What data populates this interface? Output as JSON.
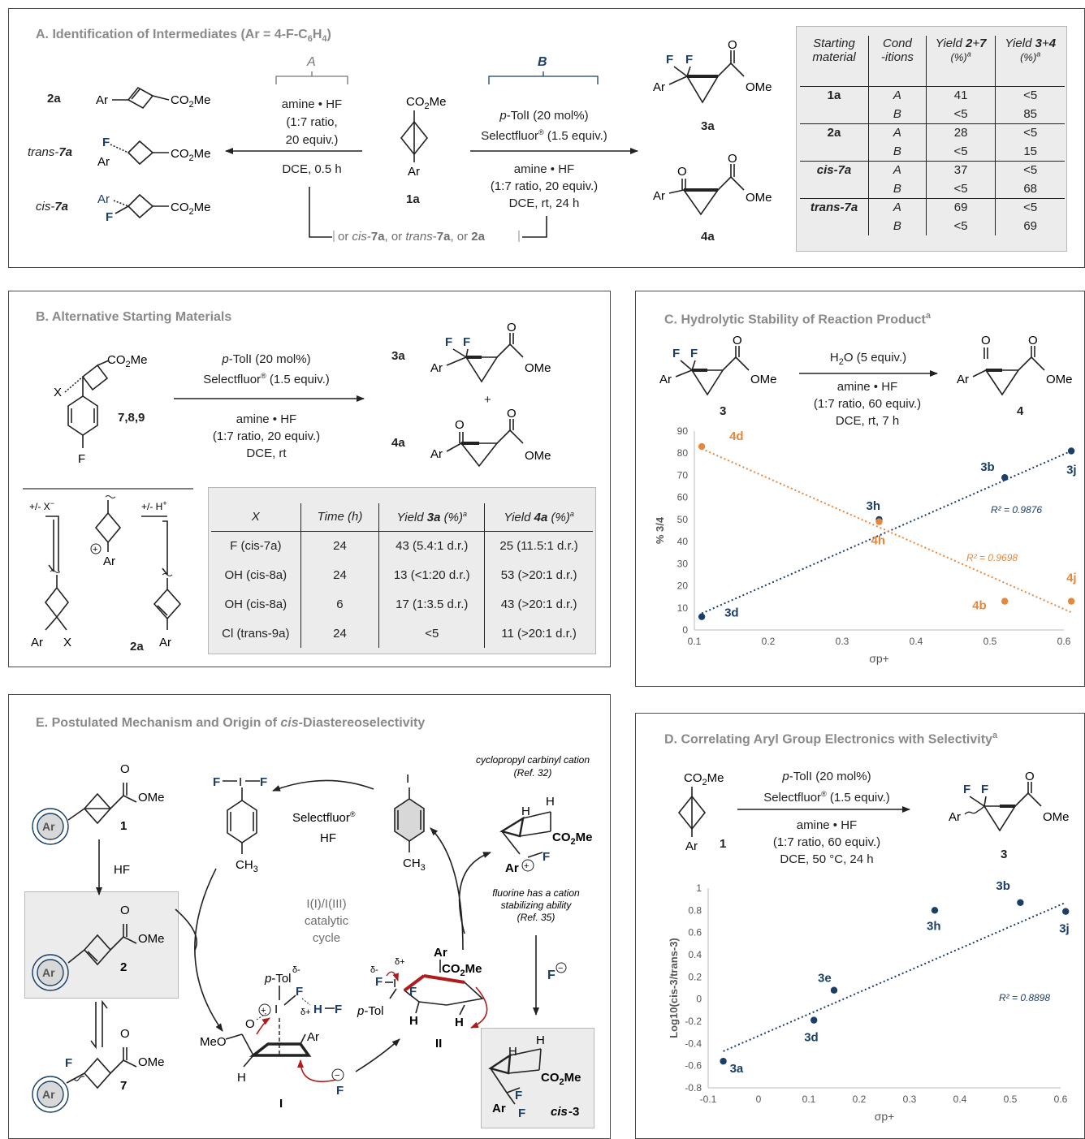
{
  "panelA": {
    "title": "A. Identification of Intermediates (Ar = 4-F-C6H4)",
    "label_2a": "2a",
    "label_trans7a": "trans-7a",
    "label_cis7a": "cis-7a",
    "label_1a": "1a",
    "label_3a": "3a",
    "label_4a": "4a",
    "bracketA": "A",
    "bracketB": "B",
    "condA": [
      "amine • HF",
      "(1:7 ratio,",
      "20 equiv.)",
      "DCE, 0.5 h"
    ],
    "condB": [
      "p-TolI  (20 mol%)",
      "Selectfluor®  (1.5 equiv.)",
      "amine • HF",
      "(1:7 ratio, 20 equiv.)",
      "DCE, rt, 24 h"
    ],
    "or_line": "or cis-7a, or trans-7a, or 2a",
    "table": {
      "headers": [
        "Starting material",
        "Cond -itions",
        "Yield 2+7 (%)a",
        "Yield 3+4 (%)a"
      ],
      "rows": [
        [
          "1a",
          "A",
          "41",
          "<5"
        ],
        [
          "",
          "B",
          "<5",
          "85"
        ],
        [
          "2a",
          "A",
          "28",
          "<5"
        ],
        [
          "",
          "B",
          "<5",
          "15"
        ],
        [
          "cis-7a",
          "A",
          "37",
          "<5"
        ],
        [
          "",
          "B",
          "<5",
          "68"
        ],
        [
          "trans-7a",
          "A",
          "69",
          "<5"
        ],
        [
          "",
          "B",
          "<5",
          "69"
        ]
      ]
    }
  },
  "panelB": {
    "title": "B. Alternative Starting Materials",
    "label_sm": "7,8,9",
    "label_3a": "3a",
    "label_4a": "4a",
    "plus": "+",
    "cond": [
      "p-TolI  (20 mol%)",
      "Selectfluor®  (1.5 equiv.)",
      "amine • HF",
      "(1:7 ratio, 20 equiv.)",
      "DCE, rt"
    ],
    "eq_left": "+/- X−",
    "eq_right": "+/- H+",
    "label_2a": "2a",
    "table": {
      "headers": [
        "X",
        "Time (h)",
        "Yield 3a (%)a",
        "Yield 4a (%)a"
      ],
      "rows": [
        [
          "F (cis-7a)",
          "24",
          "43 (5.4:1 d.r.)",
          "25 (11.5:1 d.r.)"
        ],
        [
          "OH (cis-8a)",
          "24",
          "13 (<1:20 d.r.)",
          "53 (>20:1 d.r.)"
        ],
        [
          "OH (cis-8a)",
          "6",
          "17 (1:3.5 d.r.)",
          "43 (>20:1 d.r.)"
        ],
        [
          "Cl (trans-9a)",
          "24",
          "<5",
          "11 (>20:1 d.r.)"
        ]
      ]
    }
  },
  "panelC": {
    "title": "C. Hydrolytic Stability of Reaction Producta",
    "label_3": "3",
    "label_4": "4",
    "cond": [
      "H2O (5 equiv.)",
      "amine • HF",
      "(1:7 ratio, 60 equiv.)",
      "DCE, rt, 7 h"
    ]
  },
  "panelD": {
    "title": "D. Correlating Aryl Group Electronics with Selectivitya",
    "label_1": "1",
    "label_3": "3",
    "cond": [
      "p-TolI  (20 mol%)",
      "Selectfluor®  (1.5 equiv.)",
      "amine • HF",
      "(1:7 ratio, 60 equiv.)",
      "DCE, 50 °C, 24 h"
    ]
  },
  "panelE": {
    "title": "E. Postulated Mechanism and Origin of cis-Diastereoselectivity",
    "label_1": "1",
    "label_2": "2",
    "label_7": "7",
    "hf": "HF",
    "reagent": [
      "Selectfluor®",
      "HF"
    ],
    "cycle": [
      "I(I)/I(III)",
      "catalytic",
      "cycle"
    ],
    "cation_note": [
      "cyclopropyl carbinyl cation",
      "(Ref. 32)"
    ],
    "fluorine_note": [
      "fluorine has a cation",
      "stabilizing ability",
      "(Ref. 35)"
    ],
    "label_I": "I",
    "label_II": "II",
    "label_cis3": "cis-3",
    "fminus": "F⊖"
  },
  "chart_data": [
    {
      "type": "scatter",
      "ylabel": "% 3/4",
      "xlabel": "σp+",
      "xlim": [
        0.1,
        0.6
      ],
      "ylim": [
        0,
        90
      ],
      "xticks": [
        "0.1",
        "0.2",
        "0.3",
        "0.4",
        "0.5",
        "0.6"
      ],
      "yticks": [
        "0",
        "10",
        "20",
        "30",
        "40",
        "50",
        "60",
        "70",
        "80",
        "90"
      ],
      "series": [
        {
          "color": "#1b3f66",
          "r2": "R² = 0.9876",
          "points": [
            {
              "x": 0.11,
              "y": 6,
              "label": "3d"
            },
            {
              "x": 0.35,
              "y": 50,
              "label": "3h"
            },
            {
              "x": 0.52,
              "y": 69,
              "label": "3b"
            },
            {
              "x": 0.61,
              "y": 81,
              "label": "3j"
            }
          ],
          "trend": [
            [
              0.11,
              7.5
            ],
            [
              0.61,
              81
            ]
          ]
        },
        {
          "color": "#e8873a",
          "r2": "R² = 0.9698",
          "points": [
            {
              "x": 0.11,
              "y": 83,
              "label": "4d"
            },
            {
              "x": 0.35,
              "y": 49,
              "label": "4h"
            },
            {
              "x": 0.52,
              "y": 13,
              "label": "4b"
            },
            {
              "x": 0.61,
              "y": 13,
              "label": "4j"
            }
          ],
          "trend": [
            [
              0.11,
              82
            ],
            [
              0.61,
              8
            ]
          ]
        }
      ]
    },
    {
      "type": "scatter",
      "ylabel": "Log10(cis-3/trans-3)",
      "xlabel": "σp+",
      "xlim": [
        -0.1,
        0.6
      ],
      "ylim": [
        -0.8,
        1
      ],
      "xticks": [
        "-0.1",
        "0",
        "0.1",
        "0.2",
        "0.3",
        "0.4",
        "0.5",
        "0.6"
      ],
      "yticks": [
        "-0.8",
        "-0.6",
        "-0.4",
        "-0.2",
        "0",
        "0.2",
        "0.4",
        "0.6",
        "0.8",
        "1"
      ],
      "series": [
        {
          "color": "#1b3f66",
          "r2": "R² = 0.8898",
          "points": [
            {
              "x": -0.07,
              "y": -0.56,
              "label": "3a"
            },
            {
              "x": 0.11,
              "y": -0.19,
              "label": "3d"
            },
            {
              "x": 0.15,
              "y": 0.08,
              "label": "3e"
            },
            {
              "x": 0.35,
              "y": 0.8,
              "label": "3h"
            },
            {
              "x": 0.52,
              "y": 0.87,
              "label": "3b"
            },
            {
              "x": 0.61,
              "y": 0.79,
              "label": "3j"
            }
          ],
          "trend": [
            [
              -0.07,
              -0.47
            ],
            [
              0.61,
              0.87
            ]
          ]
        }
      ]
    }
  ]
}
